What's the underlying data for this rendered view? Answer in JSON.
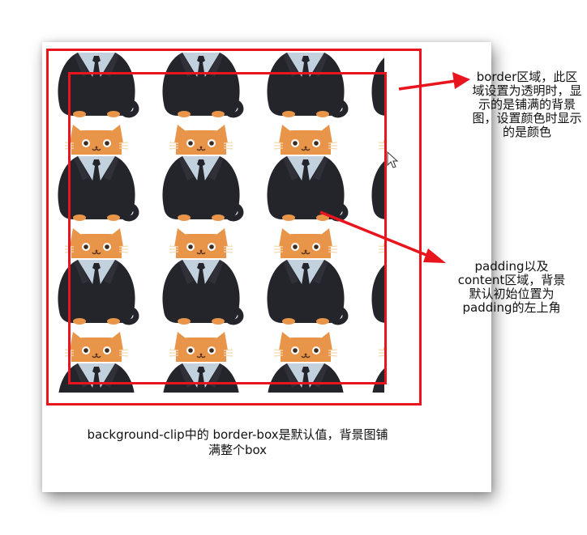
{
  "annotations": {
    "border_note": "border区域，此区域设置为透明时，显示的是铺满的背景图，设置颜色时显示的是颜色",
    "padding_note": "padding以及content区域，背景默认初始位置为padding的左上角"
  },
  "caption": "background-clip中的 border-box是默认值，背景图铺满整个box",
  "pattern": {
    "icon": "cat-in-suit-icon",
    "rows": 3,
    "columns": 3
  },
  "colors": {
    "highlight": "#e8141e",
    "cat_fur": "#e8954a",
    "suit": "#24252b",
    "shirt": "#c3d1de"
  }
}
